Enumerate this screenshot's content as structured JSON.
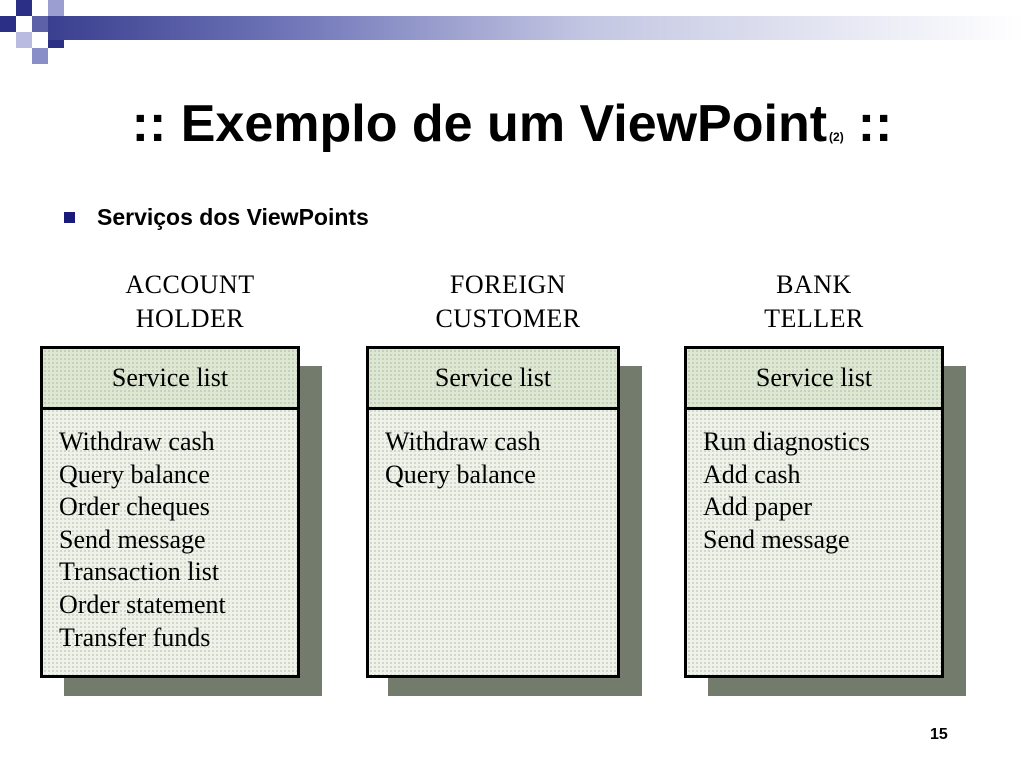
{
  "slide": {
    "title": ":: Exemplo de um ViewPoint",
    "title_subscript": "(2)",
    "title_suffix": "::",
    "bullet": "Serviços dos ViewPoints",
    "page_number": "15"
  },
  "columns": [
    {
      "title_line1": "ACCOUNT",
      "title_line2": "HOLDER",
      "header": "Service list",
      "items": [
        "Withdraw cash",
        "Query balance",
        "Order cheques",
        "Send message",
        "Transaction list",
        "Order statement",
        "Transfer funds"
      ]
    },
    {
      "title_line1": "FOREIGN",
      "title_line2": "CUSTOMER",
      "header": "Service list",
      "items": [
        "Withdraw cash",
        "Query balance"
      ]
    },
    {
      "title_line1": "BANK",
      "title_line2": "TELLER",
      "header": "Service list",
      "items": [
        "Run diagnostics",
        "Add cash",
        "Add paper",
        "Send message"
      ]
    }
  ],
  "colors": {
    "accent_navy": "#1a1a7a",
    "box_shadow": "#737c6c",
    "box_fill": "#eef2ea"
  }
}
